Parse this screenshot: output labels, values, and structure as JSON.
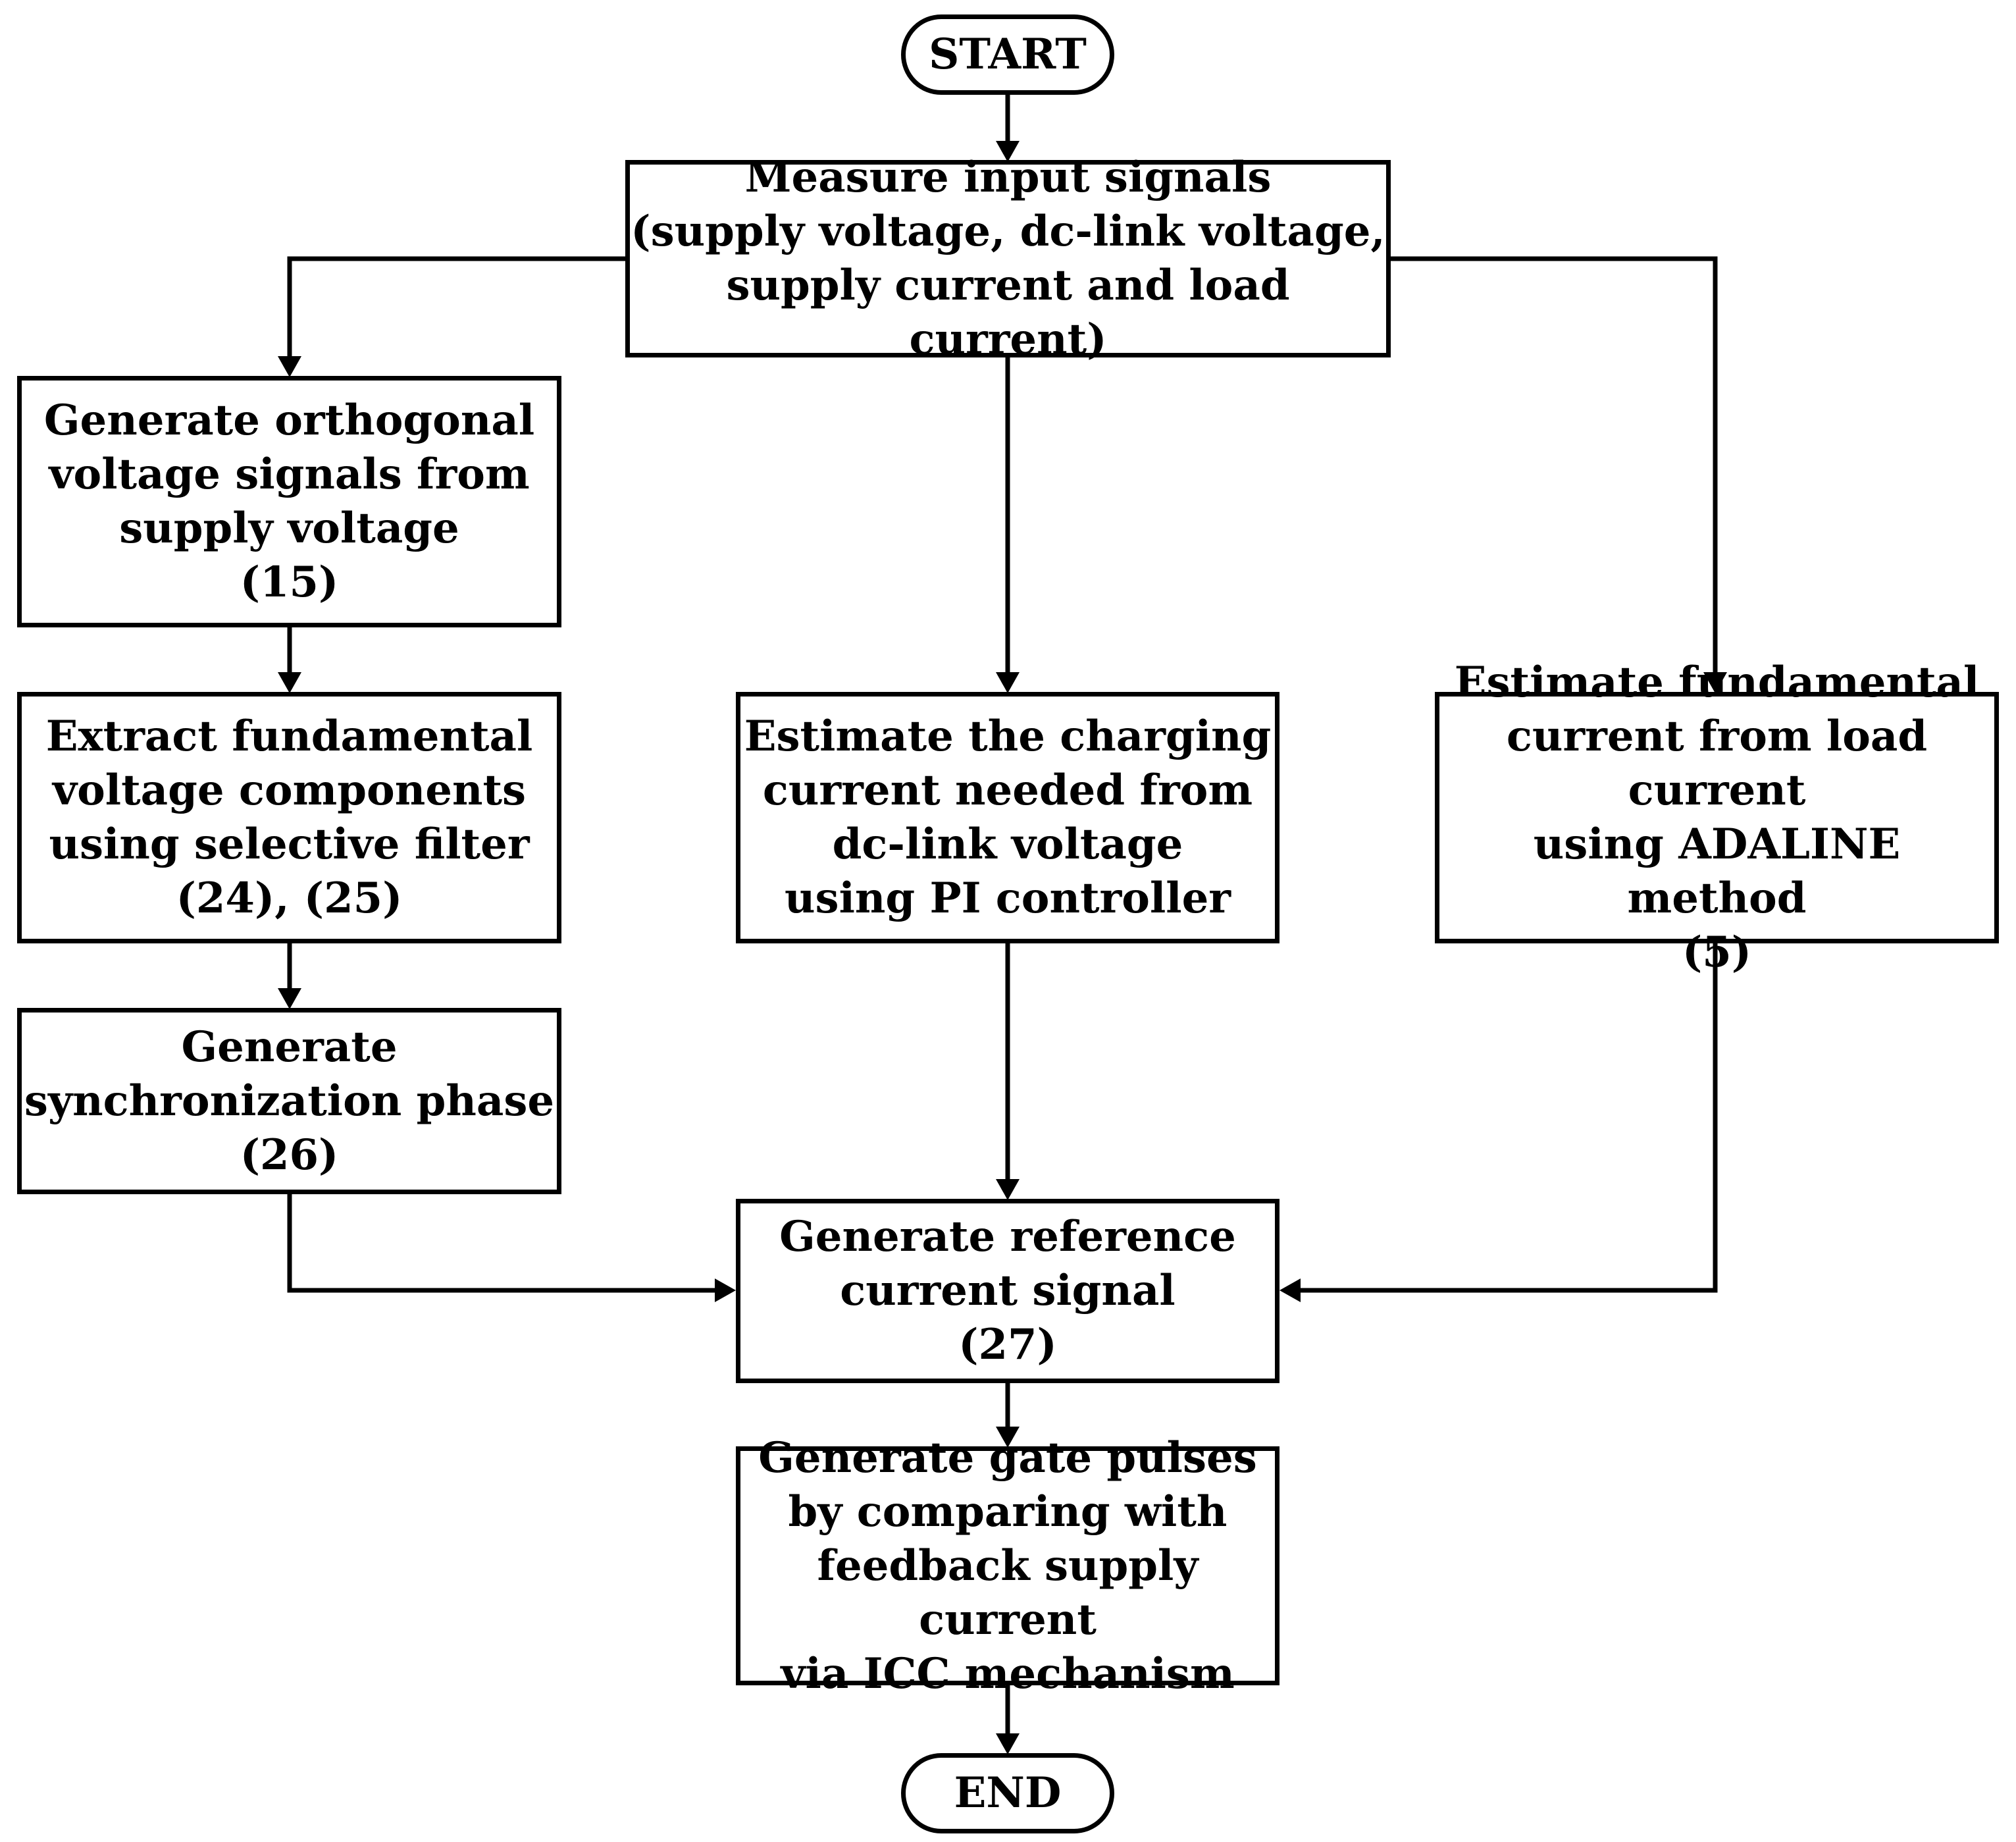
{
  "flowchart": {
    "start": "START",
    "measure": "Measure input signals\n(supply voltage, dc-link voltage,\nsupply current and load current)",
    "orthogonal": "Generate orthogonal\nvoltage signals from\nsupply voltage\n(15)",
    "extract": "Extract fundamental\nvoltage components\nusing selective filter\n(24), (25)",
    "sync": "Generate\nsynchronization phase\n(26)",
    "charging": "Estimate the charging\ncurrent needed from\ndc-link voltage\nusing PI controller",
    "adaline": "Estimate fundamental\ncurrent from load current\nusing ADALINE method\n(5)",
    "reference": "Generate reference\ncurrent signal\n(27)",
    "gate": "Generate gate pulses\nby comparing with\nfeedback supply current\nvia ICC mechanism",
    "end": "END"
  },
  "colors": {
    "stroke": "#000000",
    "background": "#ffffff"
  }
}
